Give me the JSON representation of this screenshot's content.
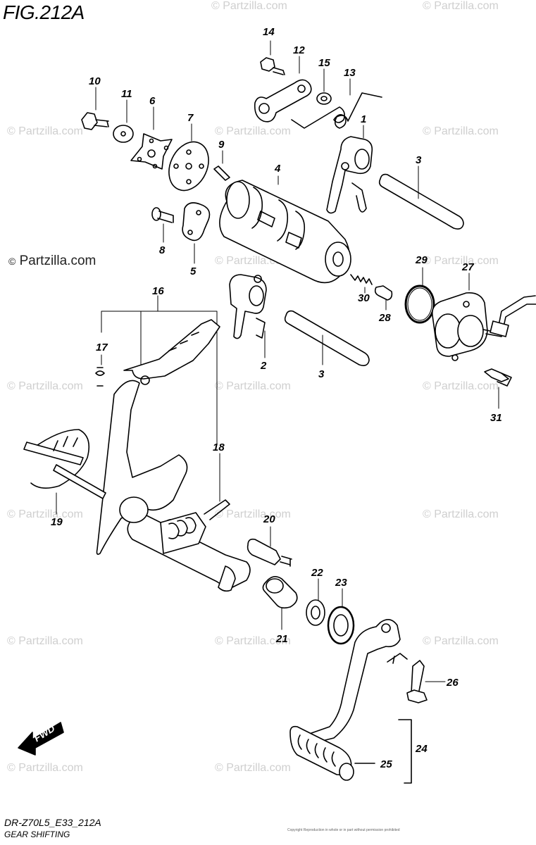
{
  "figure": {
    "title": "FIG.212A",
    "model_code": "DR-Z70L5_E33_212A",
    "section_name": "GEAR SHIFTING",
    "forward_label": "FWD",
    "watermark_main": "Partzilla.com",
    "watermark_copyright": "©",
    "copyright_tiny": "Copyright\nReproduction in whole or in part without permission prohibited"
  },
  "watermarks": [
    "© Partzilla.com",
    "© Partzilla.com",
    "© Partzilla.com",
    "© Partzilla.com",
    "© Partzilla.com",
    "© Partzilla.com",
    "© Partzilla.com",
    "© Partzilla.com",
    "© Partzilla.com",
    "© Partzilla.com",
    "© Partzilla.com",
    "© Partzilla.com",
    "© Partzilla.com",
    "© Partzilla.com",
    "© Partzilla.com",
    "© Partzilla.com",
    "© Partzilla.com",
    "© Partzilla.com"
  ],
  "callouts": {
    "c1": "1",
    "c2": "2",
    "c3a": "3",
    "c3b": "3",
    "c4": "4",
    "c5": "5",
    "c6": "6",
    "c7": "7",
    "c8": "8",
    "c9": "9",
    "c10": "10",
    "c11": "11",
    "c12": "12",
    "c13": "13",
    "c14": "14",
    "c15": "15",
    "c16": "16",
    "c17": "17",
    "c18": "18",
    "c19": "19",
    "c20": "20",
    "c21": "21",
    "c22": "22",
    "c23": "23",
    "c24": "24",
    "c25": "25",
    "c26": "26",
    "c27": "27",
    "c28": "28",
    "c29": "29",
    "c30": "30",
    "c31": "31"
  }
}
